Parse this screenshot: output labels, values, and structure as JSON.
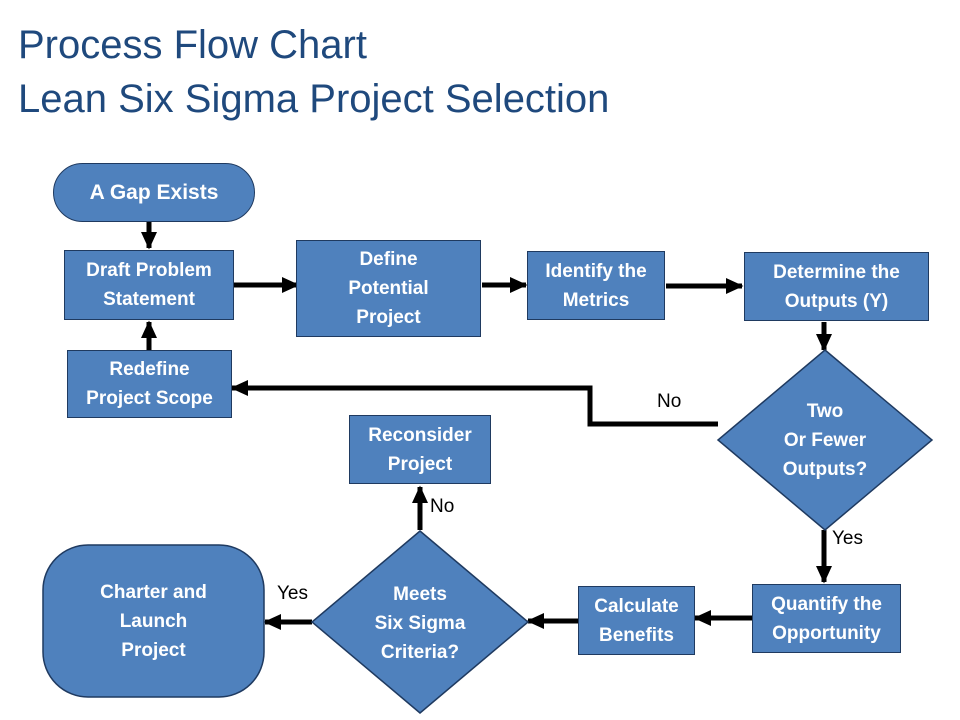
{
  "title": {
    "line1": "Process Flow Chart",
    "line2": "Lean Six Sigma Project Selection"
  },
  "nodes": {
    "gap": "A Gap Exists",
    "draft": "Draft Problem\nStatement",
    "define": "Define\nPotential\nProject",
    "identify": "Identify the\nMetrics",
    "determine": "Determine the\nOutputs (Y)",
    "redefine": "Redefine\nProject Scope",
    "two_outputs": "Two\nOr Fewer\nOutputs?",
    "reconsider": "Reconsider\nProject",
    "charter": "Charter  and\nLaunch\nProject",
    "meets": "Meets\nSix Sigma\nCriteria?",
    "calculate": "Calculate\nBenefits",
    "quantify": "Quantify the\nOpportunity"
  },
  "edges": {
    "no_two": "No",
    "yes_two": "Yes",
    "no_meets": "No",
    "yes_meets": "Yes"
  },
  "colors": {
    "node_fill": "#4f81bd",
    "node_border": "#1f3a60",
    "title": "#1f497d"
  }
}
